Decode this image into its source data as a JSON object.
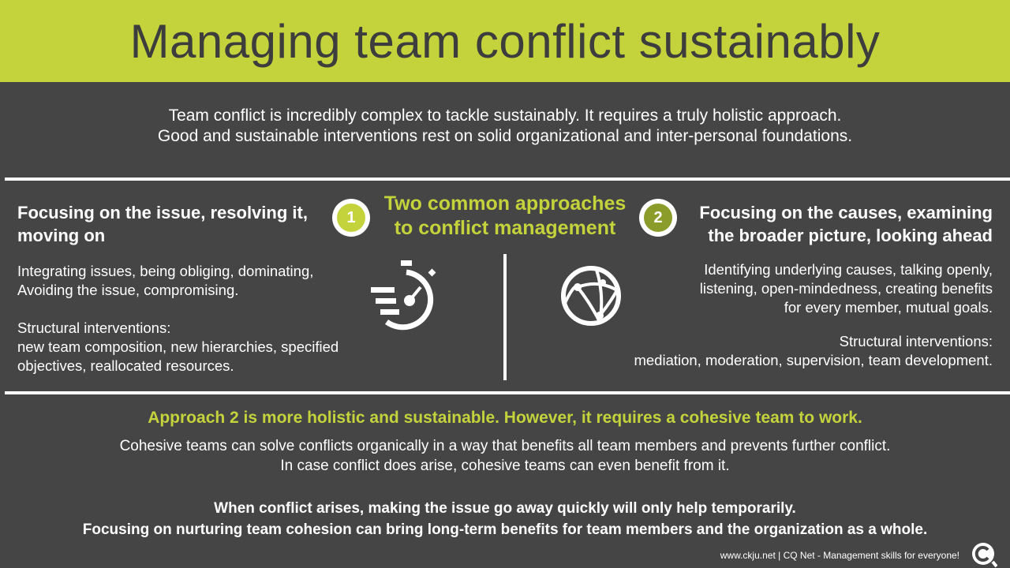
{
  "title": "Managing team conflict sustainably",
  "intro": [
    "Team conflict is incredibly complex to tackle sustainably. It requires a truly holistic approach.",
    "Good and sustainable interventions rest on solid organizational and inter-personal foundations."
  ],
  "center": {
    "line1": "Two common approaches",
    "line2": "to conflict management"
  },
  "approach1": {
    "number": "1",
    "heading1": "Focusing on the issue, resolving it,",
    "heading2": "moving on",
    "text1": "Integrating issues, being obliging, dominating,",
    "text2": "Avoiding the issue, compromising.",
    "struct_label": "Structural interventions:",
    "struct1": "new team composition, new hierarchies, specified",
    "struct2": "objectives, reallocated resources.",
    "icon": "stopwatch-icon"
  },
  "approach2": {
    "number": "2",
    "heading1": "Focusing on the causes, examining",
    "heading2": "the broader picture, looking ahead",
    "text1": "Identifying underlying causes, talking openly,",
    "text2": "listening, open-mindedness, creating benefits",
    "text3": "for every member, mutual goals.",
    "struct_label": "Structural interventions:",
    "struct1": "mediation, moderation, supervision, team development.",
    "icon": "network-globe-icon"
  },
  "summary": {
    "highlight": "Approach 2 is more holistic and sustainable. However, it requires a cohesive team to work.",
    "line1": "Cohesive teams can solve conflicts organically in a way that benefits all team members and prevents further conflict.",
    "line2": "In case conflict does arise, cohesive teams can even benefit from it.",
    "bold1": "When conflict arises, making the issue go away quickly will only help temporarily.",
    "bold2": "Focusing on nurturing team cohesion can bring long-term benefits for team members and the organization as a whole."
  },
  "footer": "www.ckju.net | CQ Net - Management  skills for everyone!",
  "logo_text": "CQ",
  "colors": {
    "accent": "#c4d33c",
    "accent_dark": "#8c9c2a",
    "background": "#454545"
  }
}
